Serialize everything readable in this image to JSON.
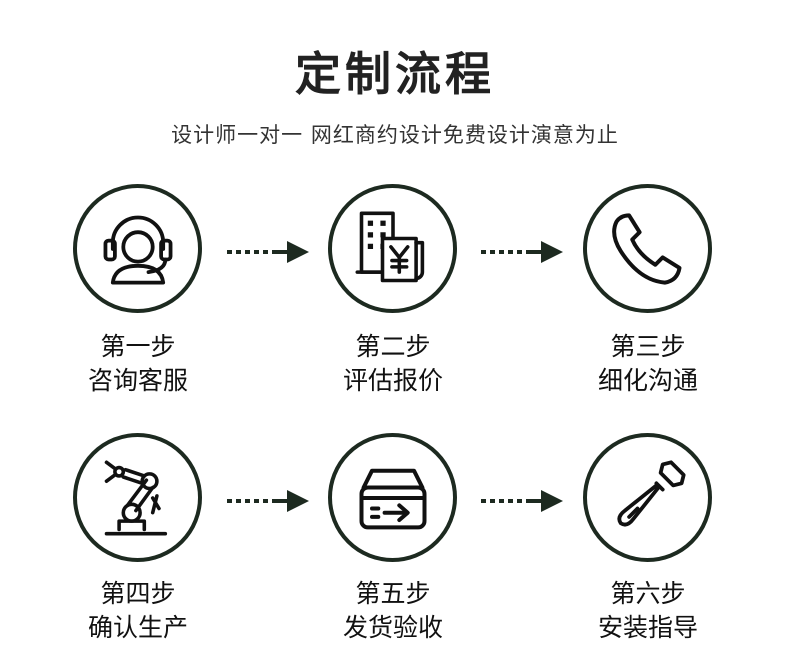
{
  "header": {
    "title": "定制流程",
    "subtitle": "设计师一对一 网红商约设计免费设计演意为止"
  },
  "colors": {
    "ink": "#1d2a20",
    "text": "#111111"
  },
  "steps": [
    {
      "num": "第一步",
      "name": "咨询客服",
      "icon": "headset-support-icon"
    },
    {
      "num": "第二步",
      "name": "评估报价",
      "icon": "building-yen-quote-icon"
    },
    {
      "num": "第三步",
      "name": "细化沟通",
      "icon": "phone-icon"
    },
    {
      "num": "第四步",
      "name": "确认生产",
      "icon": "robot-arm-icon"
    },
    {
      "num": "第五步",
      "name": "发货验收",
      "icon": "delivery-box-icon"
    },
    {
      "num": "第六步",
      "name": "安装指导",
      "icon": "screwdriver-icon"
    }
  ]
}
